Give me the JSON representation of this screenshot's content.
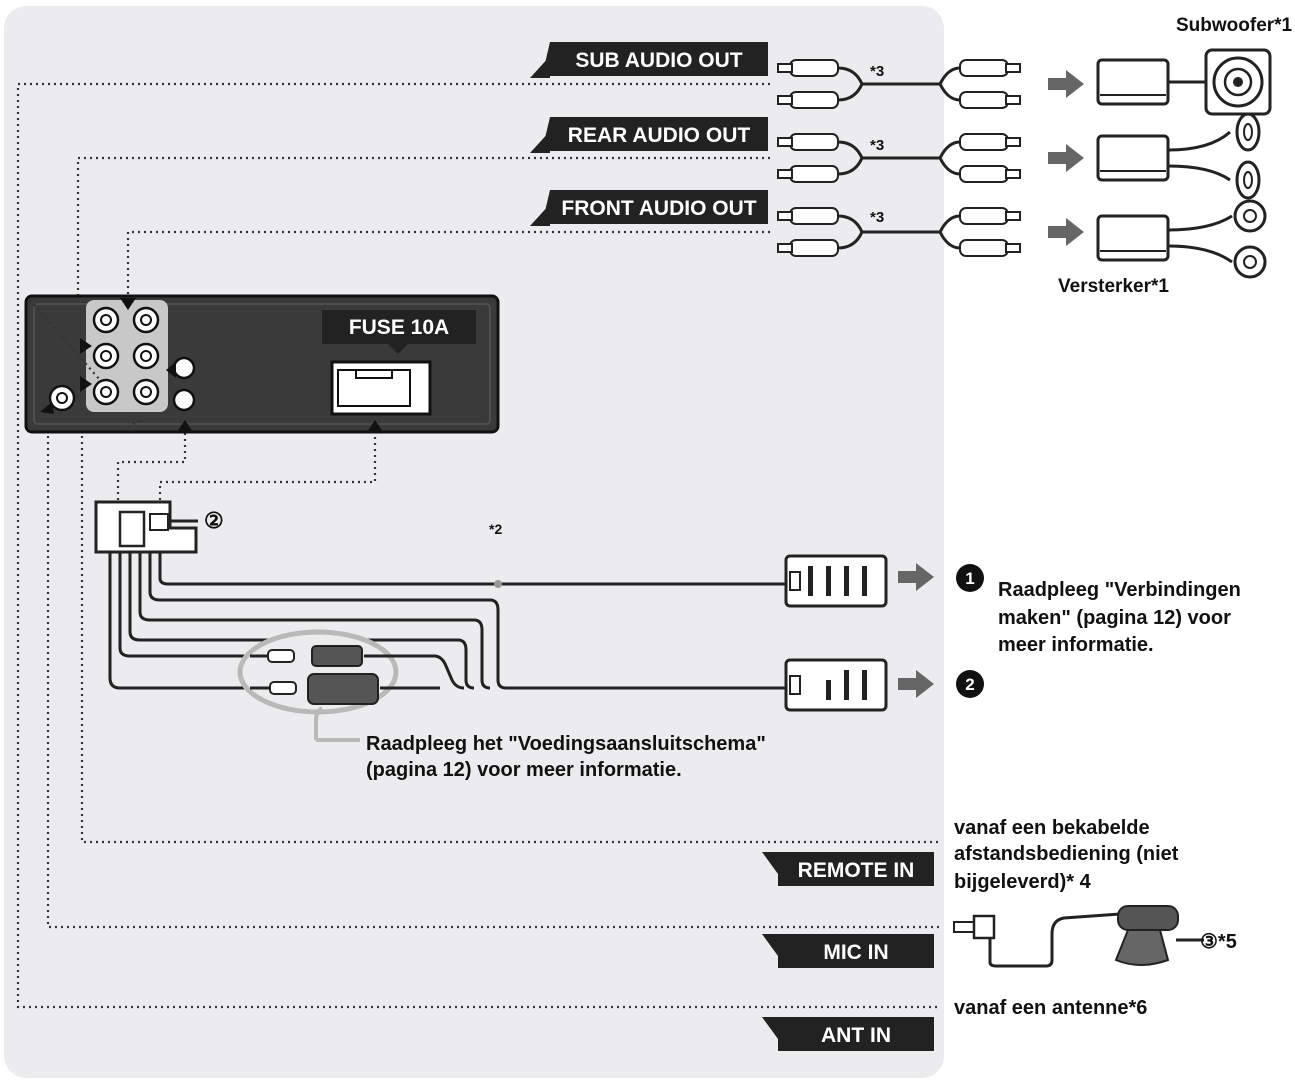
{
  "labels": {
    "sub_audio_out": "SUB AUDIO OUT",
    "rear_audio_out": "REAR AUDIO OUT",
    "front_audio_out": "FRONT AUDIO OUT",
    "fuse": "FUSE 10A",
    "remote_in": "REMOTE IN",
    "mic_in": "MIC IN",
    "ant_in": "ANT IN"
  },
  "notes": {
    "subwoofer": "Subwoofer*1",
    "amplifier": "Versterker*1",
    "star3": "*3",
    "star2": "*2",
    "circle2_small": "②",
    "circle3": "③*5",
    "connector1_num": "1",
    "connector2_num": "2",
    "connector1_line1": "Raadpleeg \"Verbindingen",
    "connector1_line2": "maken\" (pagina 12) voor",
    "connector1_line3": "meer informatie.",
    "power_line1": "Raadpleeg het \"Voedingsaansluitschema\"",
    "power_line2": "(pagina 12) voor meer informatie.",
    "remote_line1": "vanaf een bekabelde",
    "remote_line2": "afstandsbediening (niet",
    "remote_line3": "bijgeleverd)* 4",
    "antenna": "vanaf een antenne*6"
  },
  "colors": {
    "panel": "#ececee",
    "label_bg": "#222222",
    "unit_bg": "#3a3a3a",
    "highlight": "#c8c8c8"
  }
}
